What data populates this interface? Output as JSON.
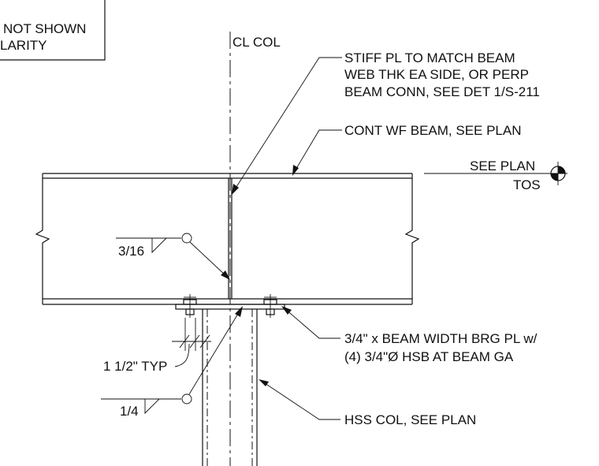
{
  "notes": {
    "note_box_line1": "NOT SHOWN",
    "note_box_line2": "LARITY"
  },
  "labels": {
    "cl_col": "CL COL",
    "stiff_pl": [
      "STIFF PL TO MATCH BEAM",
      "WEB THK EA SIDE, OR PERP",
      "BEAM CONN, SEE DET 1/S-211"
    ],
    "cont_wf_beam": "CONT WF BEAM, SEE PLAN",
    "see_plan": "SEE PLAN",
    "tos": "TOS",
    "weld_top": "3/16",
    "brg_pl": [
      "3/4\" x BEAM WIDTH BRG PL w/",
      "(4) 3/4\"Ø HSB AT BEAM GA"
    ],
    "typ_dim": "1 1/2\" TYP",
    "weld_bottom": "1/4",
    "hss_col": "HSS COL, SEE PLAN"
  }
}
